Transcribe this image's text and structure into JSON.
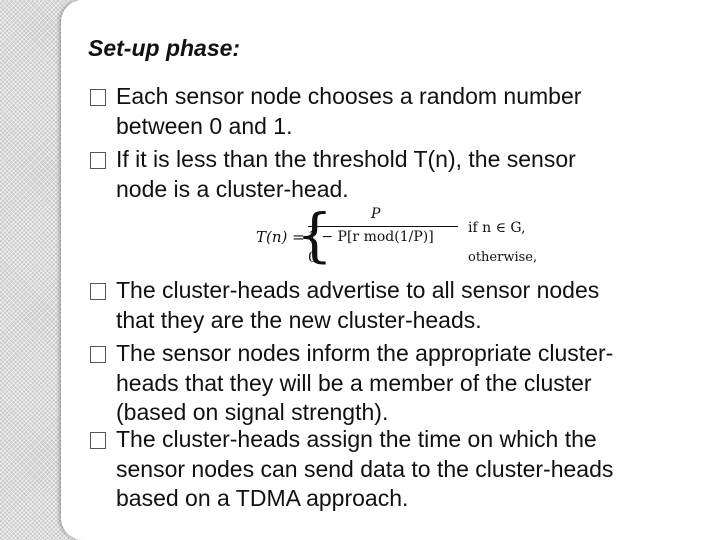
{
  "title": "Set-up phase:",
  "bullets": [
    {
      "line1": "Each sensor node chooses a random number",
      "line2": "between 0 and 1."
    },
    {
      "line1": "If it is less than the threshold T(n), the sensor",
      "line2": "node is a cluster-head."
    },
    {
      "line1": "The cluster-heads advertise to all sensor nodes",
      "line2": "that they are the new cluster-heads."
    },
    {
      "line1": "The sensor nodes inform the appropriate cluster-",
      "line2": "heads that they will be a member of the cluster",
      "line3": "(based on signal strength)."
    },
    {
      "line1": "The cluster-heads assign the time on which the",
      "line2": "sensor nodes can send data to the cluster-heads",
      "line3": "based on a TDMA approach."
    }
  ],
  "formula": {
    "lhs": "T(n) =",
    "numerator": "P",
    "denominator": "1 − P[r mod(1/P)]",
    "condition1": "if n ∈ G,",
    "zero": "0",
    "condition2": "otherwise,"
  }
}
